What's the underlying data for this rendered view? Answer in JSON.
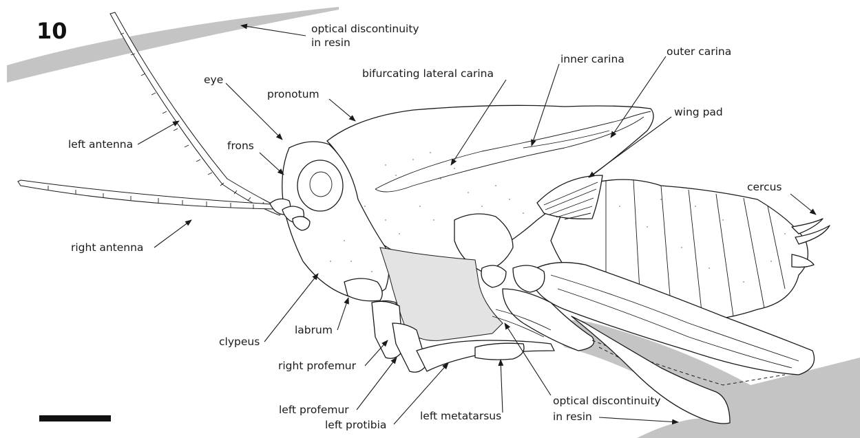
{
  "figure_number": "10",
  "labels": {
    "optical_top": [
      "optical discontinuity",
      "in resin"
    ],
    "eye": "eye",
    "pronotum": "pronotum",
    "bifurcating": "bifurcating lateral carina",
    "inner_carina": "inner carina",
    "outer_carina": "outer carina",
    "wing_pad": "wing pad",
    "left_antenna": "left antenna",
    "frons": "frons",
    "cercus": "cercus",
    "right_antenna": "right antenna",
    "clypeus": "clypeus",
    "labrum": "labrum",
    "right_profemur": "right profemur",
    "left_profemur": "left profemur",
    "left_protibia": "left protibia",
    "left_metatarsus": "left metatarsus",
    "optical_bottom": [
      "optical discontinuity",
      "in resin"
    ]
  },
  "colors": {
    "ink": "#1a1a1a",
    "resin_discontinuity": "#c4c4c4",
    "foreleg_fill": "#e3e3e3"
  },
  "scale_bar": {
    "label": ""
  }
}
